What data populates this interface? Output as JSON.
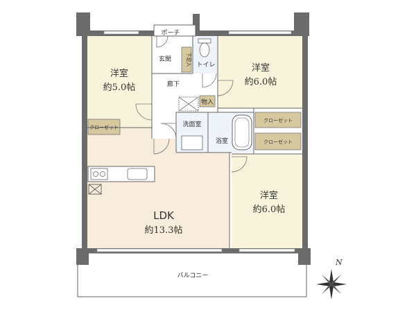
{
  "colors": {
    "room_yellow": "#f8f4dc",
    "ldk_pink": "#f8ecdc",
    "closet_tan": "#d8c8a0",
    "wet_blue": "#eef4fa",
    "wall_gray": "#6b6b6b",
    "balcony": "#ffffff"
  },
  "rooms": {
    "western_1": {
      "name": "洋室",
      "size": "約5.0帖"
    },
    "western_2": {
      "name": "洋室",
      "size": "約6.0帖"
    },
    "western_3": {
      "name": "洋室",
      "size": "約6.0帖"
    },
    "ldk": {
      "name": "LDK",
      "size": "約13.3帖"
    },
    "entrance": "玄関",
    "hallway": "廊下",
    "porch": "ポーチ",
    "toilet": "トイレ",
    "shoe_box": "下足入",
    "storage": "物入",
    "washroom": "洗面室",
    "bathroom": "浴室",
    "balcony": "バルコニー",
    "closet_1": "クローゼット",
    "closet_2": "クローゼット",
    "closet_3": "クローゼット"
  },
  "compass": {
    "label": "N"
  }
}
